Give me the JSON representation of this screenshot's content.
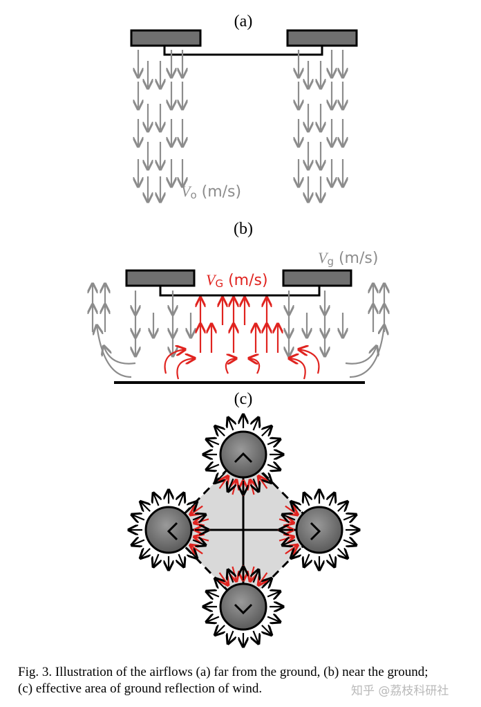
{
  "panels": {
    "a": {
      "label": "(a)",
      "velocity_symbol": "V",
      "velocity_subscript": "o",
      "velocity_unit": " (m/s)"
    },
    "b": {
      "label": "(b)",
      "ground_velocity_symbol": "V",
      "ground_velocity_subscript": "g",
      "ground_velocity_unit": " (m/s)",
      "reflected_velocity_symbol": "V",
      "reflected_velocity_subscript": "G",
      "reflected_velocity_unit": " (m/s)"
    },
    "c": {
      "label": "(c)"
    }
  },
  "caption": {
    "line1": "Fig. 3. Illustration of the airflows (a) far from the ground, (b) near the ground;",
    "line2": "(c) effective area of ground reflection of wind."
  },
  "watermark": "知乎 @荔枝科研社",
  "colors": {
    "downwash": "#8c8c8c",
    "reflected": "#e0231f",
    "rotor_fill": "#6e6e6e",
    "effective_area": "#d9d9d9",
    "frame": "#000000"
  }
}
